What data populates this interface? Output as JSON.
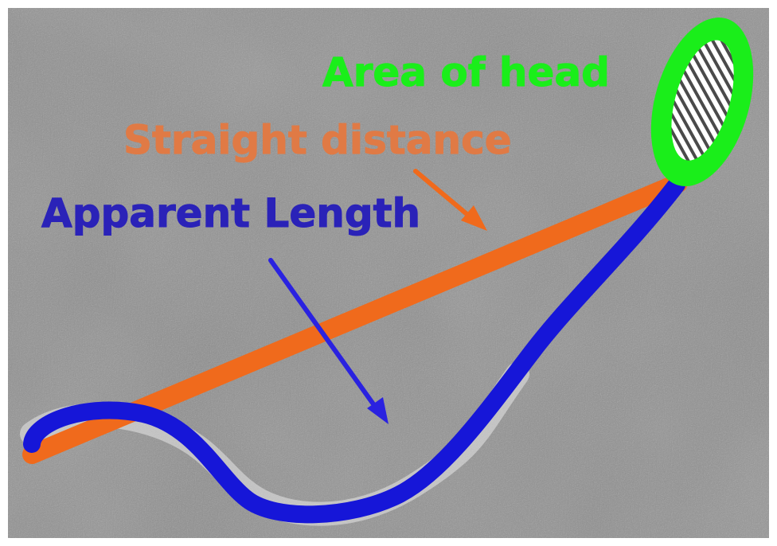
{
  "labels": {
    "head_area": "Area of head",
    "straight_distance": "Straight distance",
    "apparent_length": "Apparent Length"
  },
  "colors": {
    "head": "#1aee1a",
    "straight": "#f06a1c",
    "apparent": "#1616d8",
    "apparent_label": "#2a22b8",
    "straight_label": "#e07a45",
    "background": "#8e8e8e"
  }
}
